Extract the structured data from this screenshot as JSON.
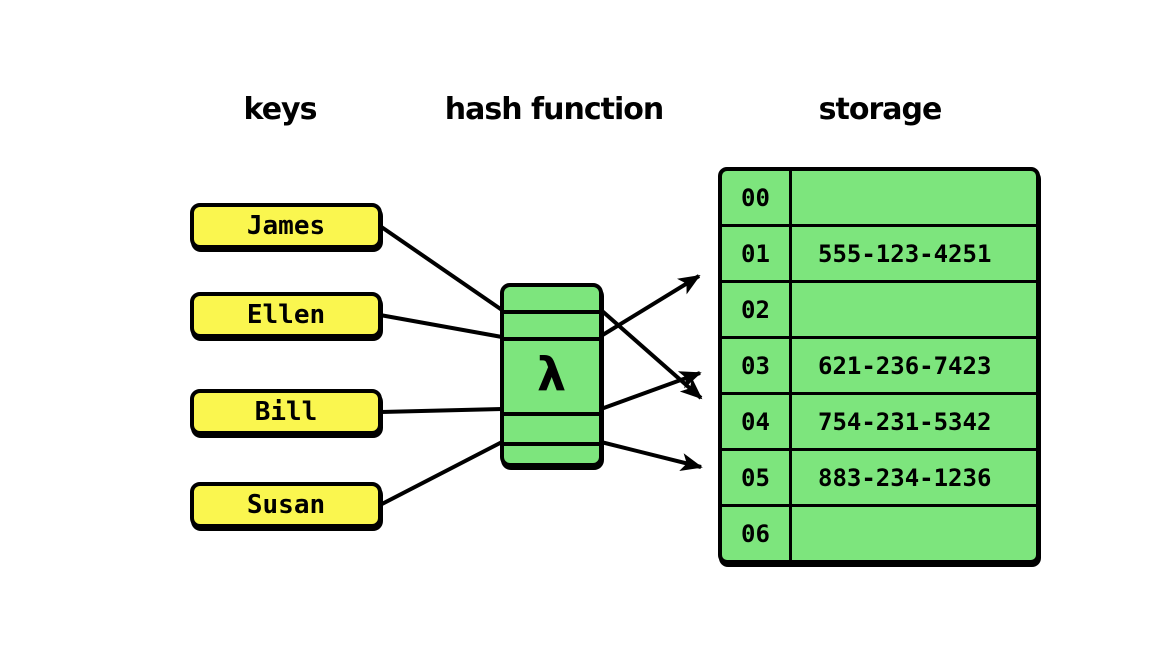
{
  "headers": {
    "keys": "keys",
    "hash_function": "hash function",
    "storage": "storage"
  },
  "keys": [
    {
      "label": "James"
    },
    {
      "label": "Ellen"
    },
    {
      "label": "Bill"
    },
    {
      "label": "Susan"
    }
  ],
  "hash_function": {
    "symbol": "λ"
  },
  "storage": {
    "rows": [
      {
        "index": "00",
        "value": ""
      },
      {
        "index": "01",
        "value": "555-123-4251"
      },
      {
        "index": "02",
        "value": ""
      },
      {
        "index": "03",
        "value": "621-236-7423"
      },
      {
        "index": "04",
        "value": "754-231-5342"
      },
      {
        "index": "05",
        "value": "883-234-1236"
      },
      {
        "index": "06",
        "value": ""
      }
    ]
  },
  "connections": [
    {
      "from": "James",
      "to": "04"
    },
    {
      "from": "Ellen",
      "to": "01"
    },
    {
      "from": "Bill",
      "to": "03"
    },
    {
      "from": "Susan",
      "to": "05"
    }
  ],
  "colors": {
    "background": "#FFFFFF",
    "key_fill": "#FAF64F",
    "cell_fill": "#7DE57D",
    "stroke": "#000000"
  }
}
